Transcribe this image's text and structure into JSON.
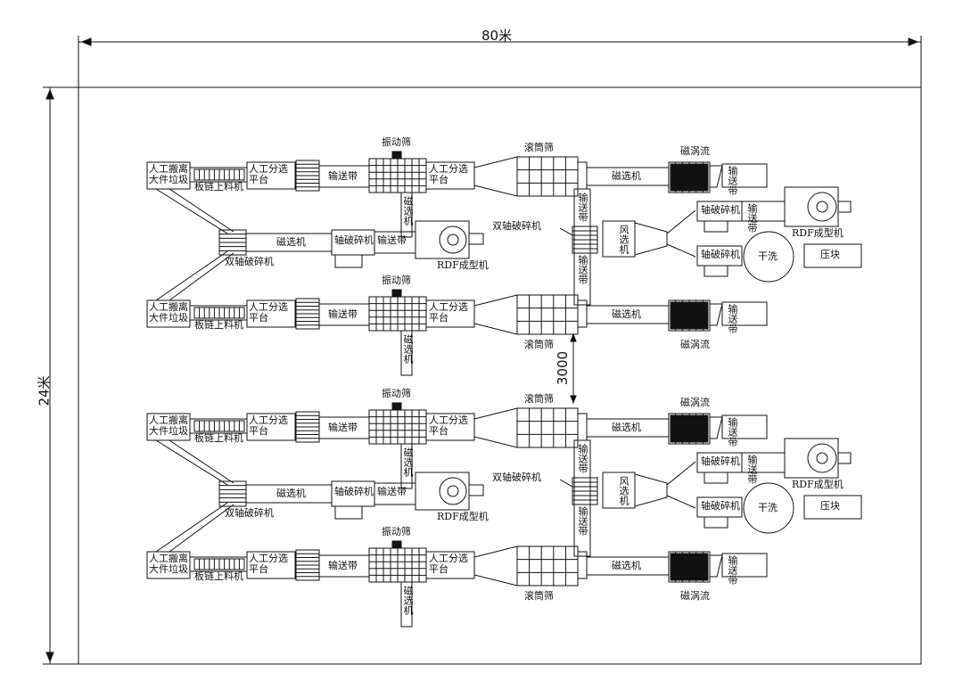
{
  "dimensions": {
    "width_label": "80米",
    "height_label": "24米",
    "gap_label": "3000"
  },
  "labels": {
    "manual_large": "人工搬离\n大件垃圾",
    "chain_conveyor": "板链上料机",
    "manual_sort": "人工分选\n平台",
    "conveyor": "输送带",
    "vibrating_screen": "振动筛",
    "trommel": "滚筒筛",
    "magnetic": "磁选机",
    "eddy": "磁涡流",
    "shredder_double": "双轴破碎机",
    "shredder": "轴破碎机",
    "rdf": "RDF成型机",
    "wind_sorter": "风选机",
    "dry_wash": "干洗",
    "briquette": "压块",
    "conveyor_vertical": "输送带"
  }
}
